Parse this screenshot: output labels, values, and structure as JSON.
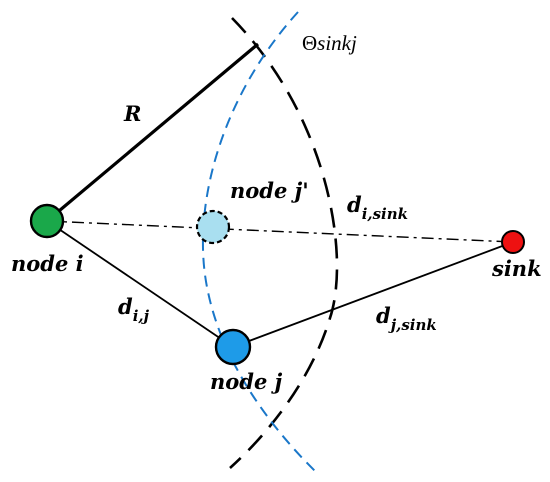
{
  "diagram": {
    "nodes": {
      "node_i": {
        "label": "node i",
        "color": "#1aa84a"
      },
      "node_j": {
        "label": "node j",
        "color": "#1e9be8"
      },
      "node_j_prime": {
        "label": "node j'",
        "color": "#a9dff0"
      },
      "sink": {
        "label": "sink",
        "color": "#ee1111"
      }
    },
    "edges": {
      "R": {
        "label": "R"
      },
      "d_ij": {
        "main": "d",
        "sub": "i,j"
      },
      "d_isink": {
        "main": "d",
        "sub": "i,sink"
      },
      "d_jsink": {
        "main": "d",
        "sub": "j,sink"
      }
    },
    "arcs": {
      "theta": {
        "symbol": "Θ",
        "text": "sinkj",
        "color": "#1a77c9"
      },
      "range_arc_color": "#000000"
    }
  }
}
